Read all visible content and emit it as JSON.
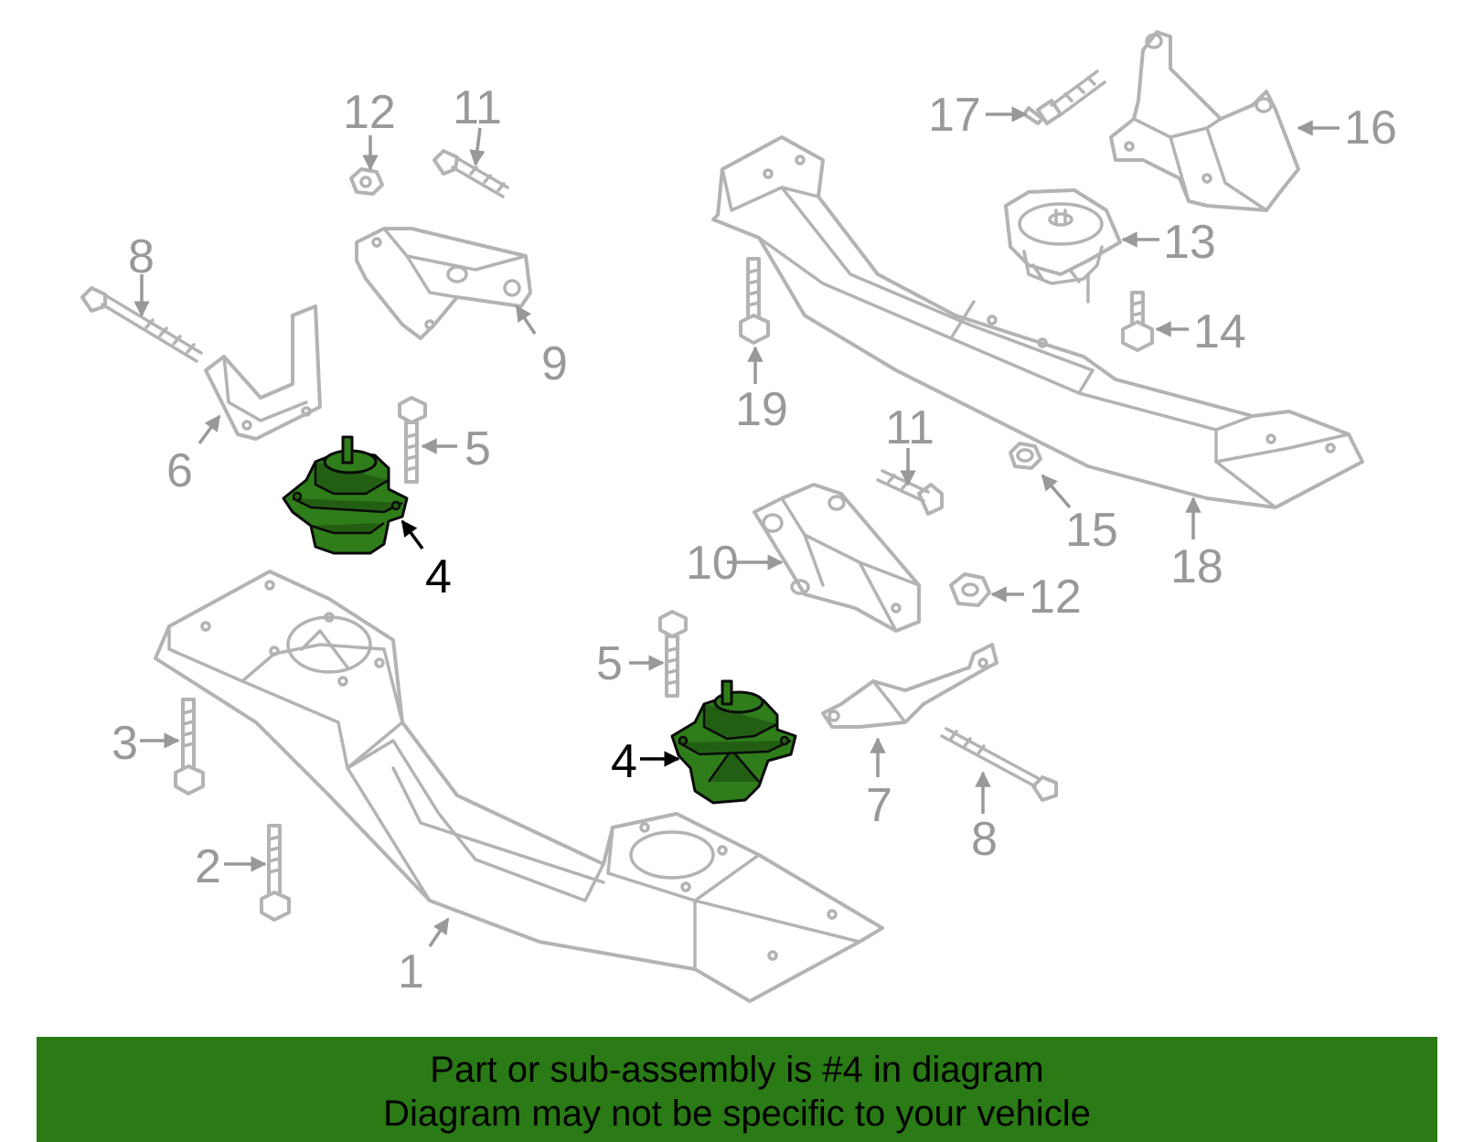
{
  "callouts": {
    "c1": "1",
    "c2": "2",
    "c3": "3",
    "c4a": "4",
    "c4b": "4",
    "c5a": "5",
    "c5b": "5",
    "c6": "6",
    "c7": "7",
    "c8a": "8",
    "c8b": "8",
    "c9": "9",
    "c10": "10",
    "c11a": "11",
    "c11b": "11",
    "c12a": "12",
    "c12b": "12",
    "c13": "13",
    "c14": "14",
    "c15": "15",
    "c16": "16",
    "c17": "17",
    "c18": "18",
    "c19": "19"
  },
  "banner": {
    "line1": "Part or sub-assembly is #4 in diagram",
    "line2": "Diagram may not be specific to your vehicle"
  },
  "colors": {
    "highlight": "#2e7d1a",
    "banner": "#2a7a16",
    "part_outline": "#b3b3b3",
    "label": "#999999"
  }
}
